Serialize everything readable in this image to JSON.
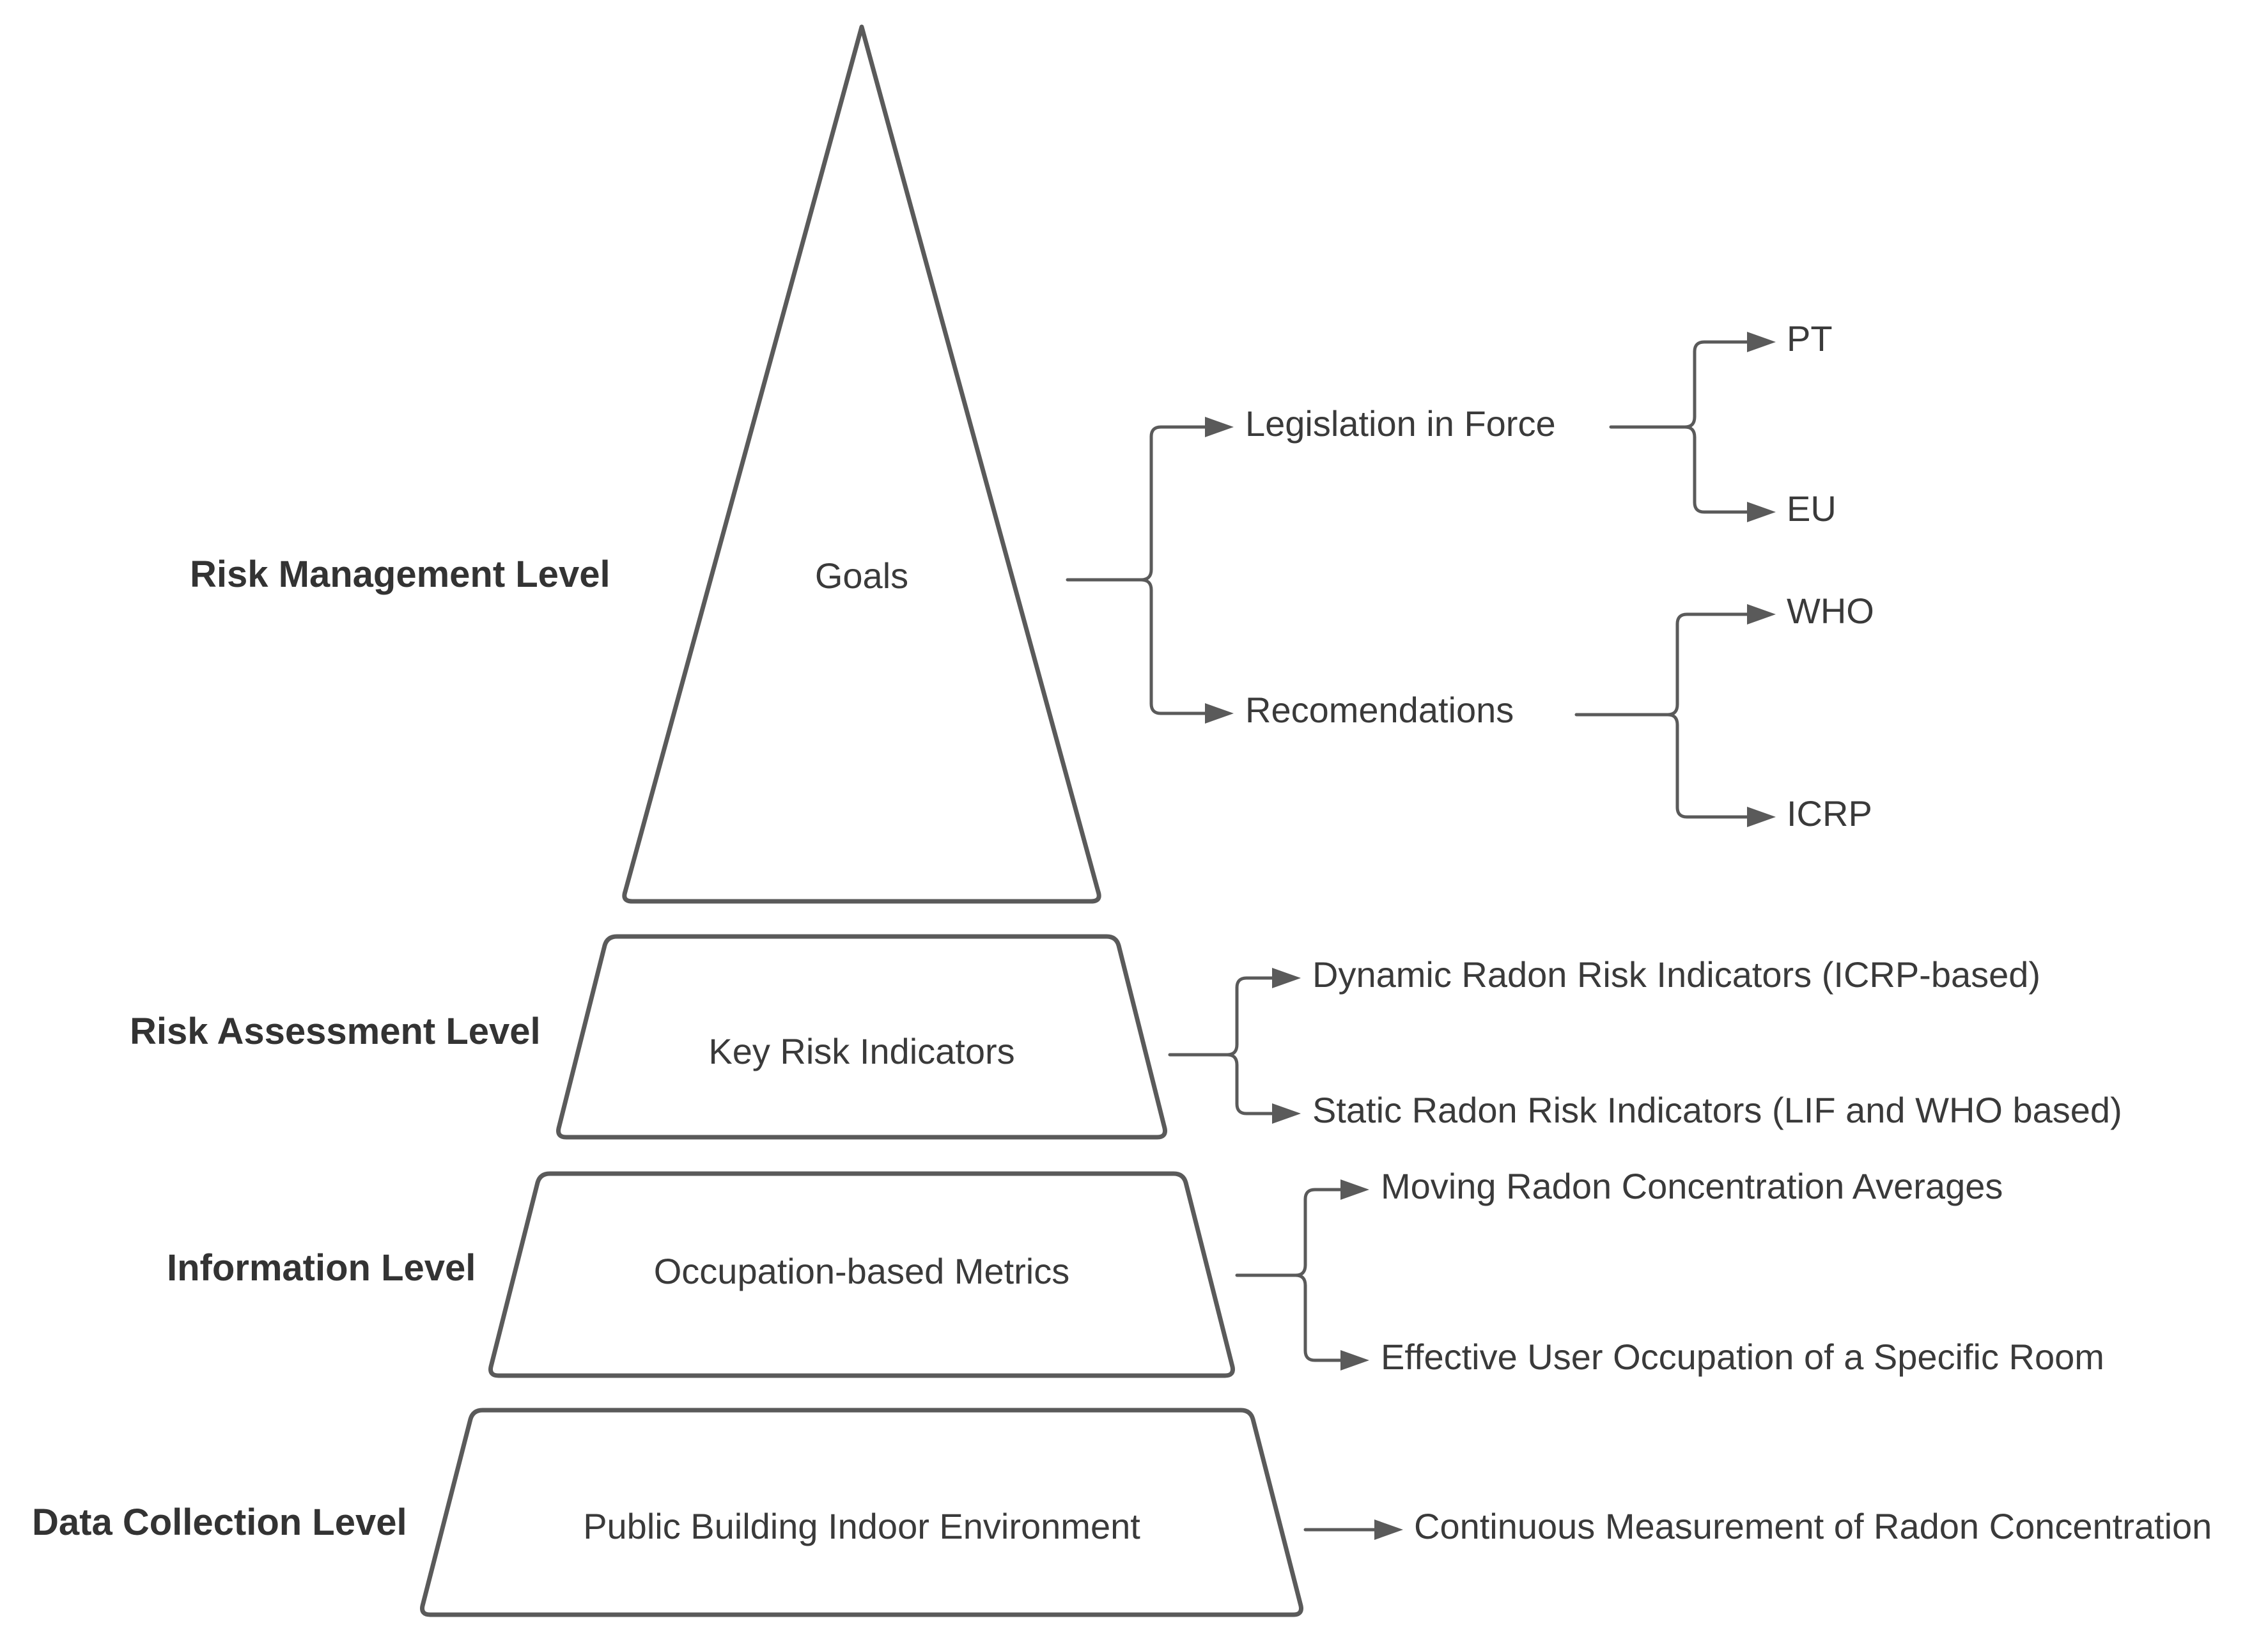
{
  "levels": {
    "risk_management": "Risk Management Level",
    "risk_assessment": "Risk Assessment Level",
    "information": "Information Level",
    "data_collection": "Data Collection Level"
  },
  "shapes": {
    "goals": "Goals",
    "key_risk_indicators": "Key Risk Indicators",
    "occupation_metrics": "Occupation-based Metrics",
    "indoor_environment": "Public Building Indoor Environment"
  },
  "branches": {
    "legislation": "Legislation in Force",
    "recommendations": "Recomendations",
    "pt": "PT",
    "eu": "EU",
    "who": "WHO",
    "icrp": "ICRP",
    "dynamic_indicators": "Dynamic Radon Risk Indicators (ICRP-based)",
    "static_indicators": "Static Radon Risk Indicators (LIF and WHO based)",
    "moving_averages": "Moving Radon Concentration Averages",
    "user_occupation": "Effective User Occupation of a Specific Room",
    "continuous_measurement": "Continuous Measurement of Radon Concentration"
  },
  "colors": {
    "stroke": "#5a5a5a",
    "text": "#3a3a3a",
    "background": "#ffffff"
  }
}
